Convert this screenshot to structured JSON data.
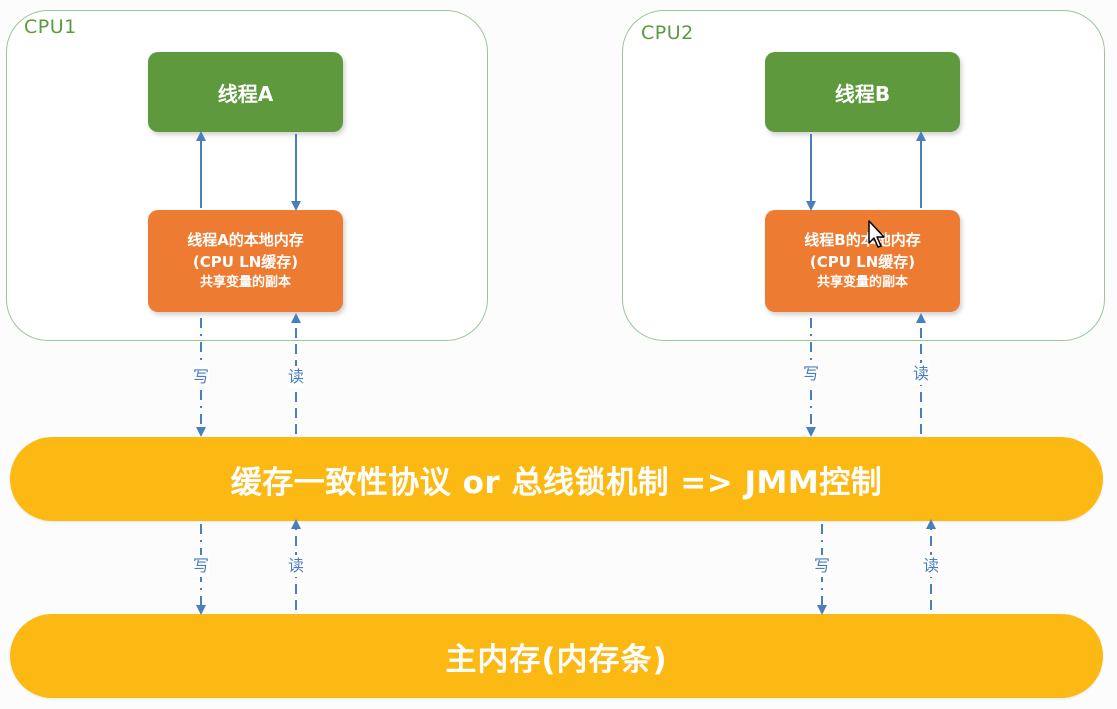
{
  "cpus": [
    {
      "label": "CPU1",
      "thread": "线程A",
      "cache": [
        "线程A的本地内存",
        "(CPU LN缓存)",
        "共享变量的副本"
      ]
    },
    {
      "label": "CPU2",
      "thread": "线程B",
      "cache": [
        "线程B的本地内存",
        "(CPU LN缓存)",
        "共享变量的副本"
      ]
    }
  ],
  "arrow_labels": {
    "write": "写",
    "read": "读"
  },
  "bus": {
    "label": "缓存一致性协议 or 总线锁机制 => JMM控制"
  },
  "memory": {
    "label": "主内存(内存条)"
  },
  "colors": {
    "cpu_border": "#9cc59a",
    "cpu_label": "#5b9a3e",
    "thread": "#5e9a3d",
    "cache": "#ed7b31",
    "bar": "#fdb913",
    "arrow": "#4a7fbf"
  }
}
